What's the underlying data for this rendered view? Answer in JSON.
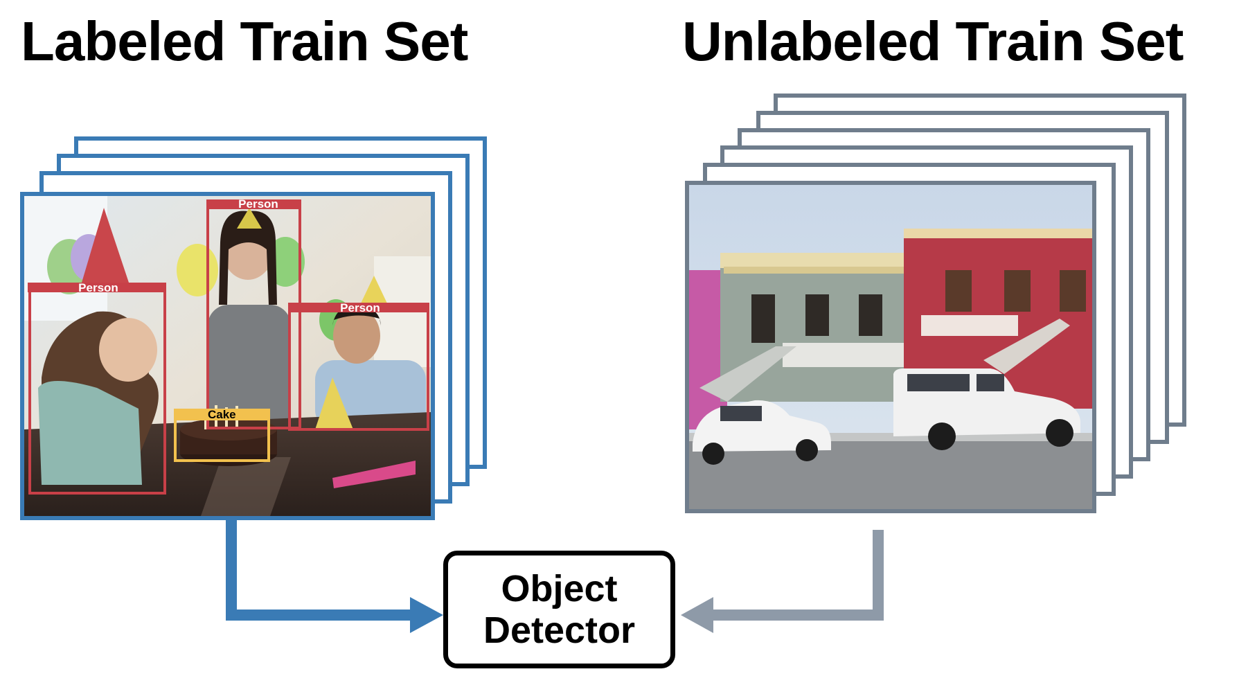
{
  "titles": {
    "labeled": "Labeled Train Set",
    "unlabeled": "Unlabeled Train Set"
  },
  "detector": {
    "label": "Object Detector"
  },
  "labeled_image": {
    "boxes": [
      {
        "label": "Person",
        "color": "#c84048"
      },
      {
        "label": "Person",
        "color": "#c84048"
      },
      {
        "label": "Person",
        "color": "#c84048"
      },
      {
        "label": "Cake",
        "color": "#f2c14e"
      }
    ]
  },
  "colors": {
    "labeled_frame": "#3a7bb5",
    "unlabeled_frame": "#6f7d8c",
    "unlabeled_arrow": "#8e9aa8"
  }
}
